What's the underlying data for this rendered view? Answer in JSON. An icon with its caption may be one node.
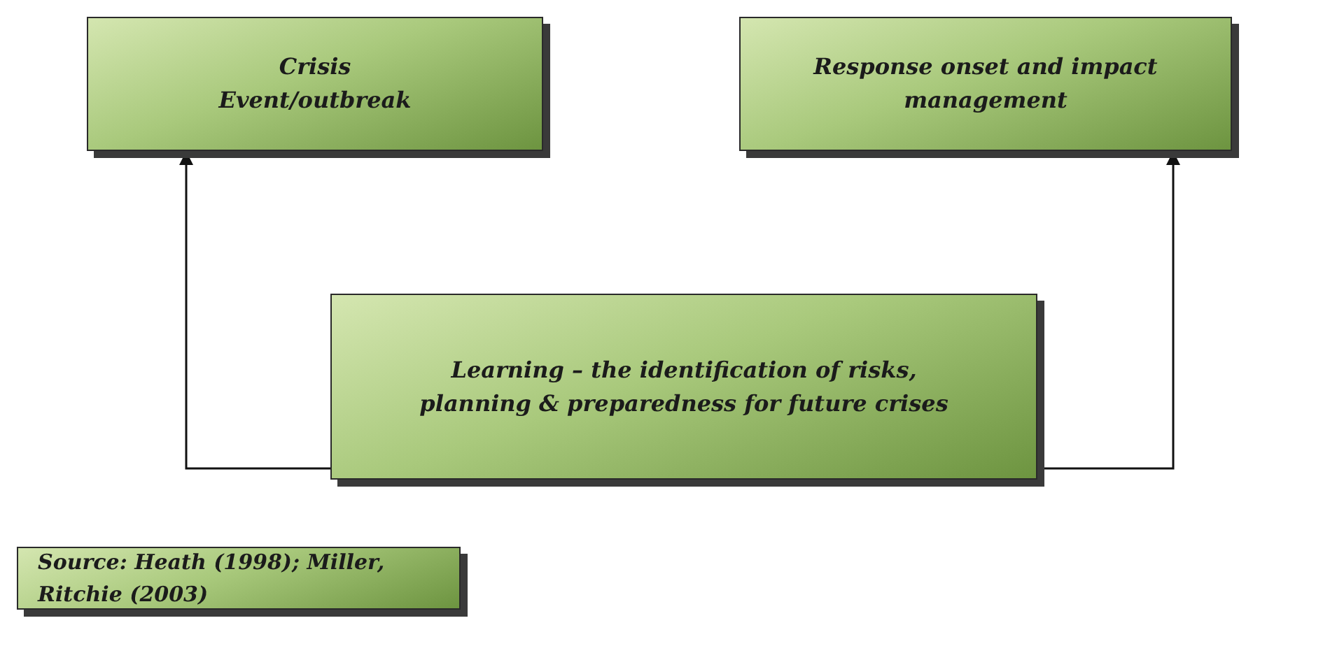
{
  "diagram": {
    "nodes": [
      {
        "text": [
          "Crisis",
          "Event/outbreak"
        ]
      },
      {
        "text": [
          "Response onset and impact management"
        ]
      },
      {
        "text": [
          "Learning – the identification of risks, planning & preparedness for future crises"
        ]
      },
      {
        "text": [
          "Source: Heath (1998); Miller, Ritchie (2003)"
        ]
      }
    ],
    "edges": [
      {
        "from": 2,
        "to": 0,
        "arrow": "to"
      },
      {
        "from": 2,
        "to": 1,
        "arrow": "to"
      }
    ]
  }
}
